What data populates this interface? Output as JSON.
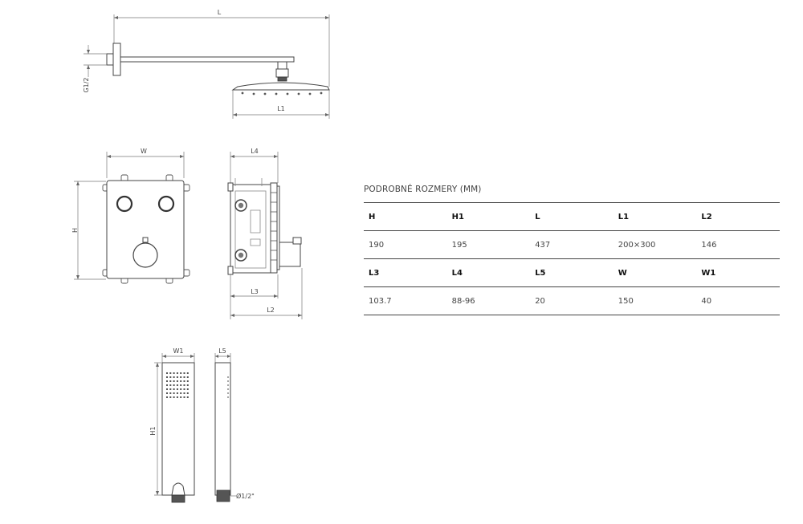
{
  "labels": {
    "L": "L",
    "L1": "L1",
    "G12": "G1/2",
    "W": "W",
    "H": "H",
    "L4": "L4",
    "L3": "L3",
    "L2": "L2",
    "W1": "W1",
    "L5": "L5",
    "H1": "H1",
    "D12": "Ø1/2\""
  },
  "specs": {
    "title": "PODROBNÉ ROZMERY (MM)",
    "rows": [
      {
        "type": "head",
        "cells": [
          "H",
          "H1",
          "L",
          "L1",
          "L2"
        ]
      },
      {
        "type": "vals",
        "cells": [
          "190",
          "195",
          "437",
          "200×300",
          "146"
        ]
      },
      {
        "type": "head",
        "cells": [
          "L3",
          "L4",
          "L5",
          "W",
          "W1"
        ]
      },
      {
        "type": "vals",
        "cells": [
          "103.7",
          "88-96",
          "20",
          "150",
          "40"
        ]
      }
    ]
  }
}
